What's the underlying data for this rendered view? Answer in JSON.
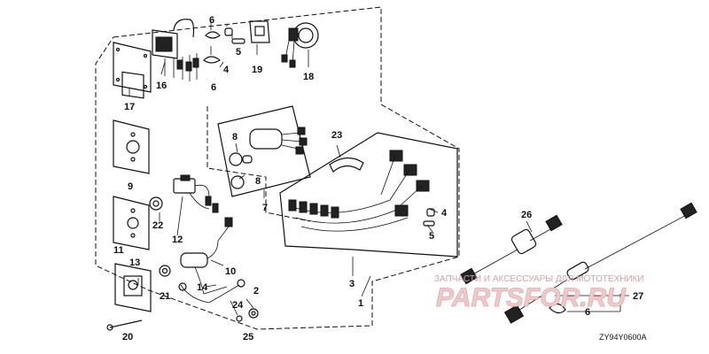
{
  "callouts": {
    "n2": "2",
    "n3": "3",
    "n4a": "4",
    "n4b": "4",
    "n5a": "5",
    "n5b": "5",
    "n6a": "6",
    "n6b": "6",
    "n6c": "6",
    "n8a": "8",
    "n8b": "8",
    "n9": "9",
    "n10": "10",
    "n11": "11",
    "n12": "12",
    "n13": "13",
    "n14": "14",
    "n16": "16",
    "n17": "17",
    "n18": "18",
    "n19": "19",
    "n20": "20",
    "n21": "21",
    "n22": "22",
    "n23": "23",
    "n24": "24",
    "n25": "25",
    "n26": "26",
    "n27": "27",
    "n7": "7",
    "n1": "1"
  },
  "diagram_code": "ZY94Y0600A",
  "watermark": {
    "top_text": "ЗАПЧАСТИ И АКСЕССУАРЫ ДЛЯ МОТОТЕХНИКИ",
    "brand": "PARTSFOR.RU"
  }
}
